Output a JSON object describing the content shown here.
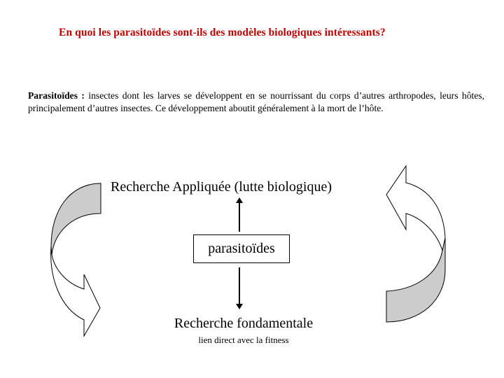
{
  "title": "En quoi les parasitoïdes sont-ils des modèles biologiques intéressants?",
  "definition": {
    "term": "Parasitoïdes :",
    "text": " insectes dont les larves se développent en se nourrissant du corps d’autres arthropodes, leurs hôtes, principalement d’autres insectes. Ce développement aboutit généralement à la mort de l’hôte."
  },
  "diagram": {
    "top_label": "Recherche Appliquée (lutte biologique)",
    "center_label": "parasitoïdes",
    "bottom_label": "Recherche fondamentale",
    "bottom_sublabel": "lien direct avec la fitness",
    "colors": {
      "title": "#c00000",
      "arrow_fill": "#cccccc",
      "arrow_stroke": "#000000"
    }
  }
}
